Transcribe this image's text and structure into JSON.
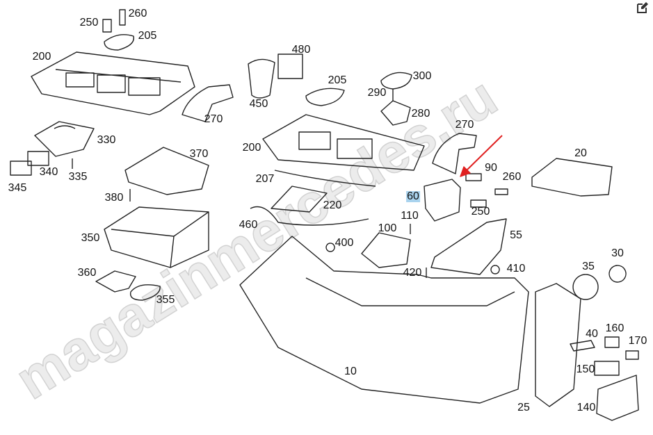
{
  "watermark": "magazinmercedes.ru",
  "highlight_color": "#a9d3ee",
  "arrow_color": "#e02020",
  "edit_icon": "edit-icon",
  "callouts": [
    {
      "id": "250",
      "label": "250"
    },
    {
      "id": "260",
      "label": "260"
    },
    {
      "id": "205",
      "label": "205"
    },
    {
      "id": "200",
      "label": "200"
    },
    {
      "id": "270",
      "label": "270"
    },
    {
      "id": "330",
      "label": "330"
    },
    {
      "id": "340",
      "label": "340"
    },
    {
      "id": "345",
      "label": "345"
    },
    {
      "id": "335",
      "label": "335"
    },
    {
      "id": "370",
      "label": "370"
    },
    {
      "id": "380",
      "label": "380"
    },
    {
      "id": "350",
      "label": "350"
    },
    {
      "id": "360",
      "label": "360"
    },
    {
      "id": "355",
      "label": "355"
    },
    {
      "id": "450",
      "label": "450"
    },
    {
      "id": "480",
      "label": "480"
    },
    {
      "id": "205b",
      "label": "205"
    },
    {
      "id": "300",
      "label": "300"
    },
    {
      "id": "290",
      "label": "290"
    },
    {
      "id": "280",
      "label": "280"
    },
    {
      "id": "270b",
      "label": "270"
    },
    {
      "id": "200b",
      "label": "200"
    },
    {
      "id": "207",
      "label": "207"
    },
    {
      "id": "220",
      "label": "220"
    },
    {
      "id": "460",
      "label": "460"
    },
    {
      "id": "400",
      "label": "400"
    },
    {
      "id": "100",
      "label": "100"
    },
    {
      "id": "110",
      "label": "110"
    },
    {
      "id": "60",
      "label": "60",
      "highlighted": true
    },
    {
      "id": "90",
      "label": "90"
    },
    {
      "id": "260b",
      "label": "260"
    },
    {
      "id": "250b",
      "label": "250"
    },
    {
      "id": "20",
      "label": "20"
    },
    {
      "id": "55",
      "label": "55"
    },
    {
      "id": "410",
      "label": "410"
    },
    {
      "id": "420",
      "label": "420"
    },
    {
      "id": "10",
      "label": "10"
    },
    {
      "id": "30",
      "label": "30"
    },
    {
      "id": "35",
      "label": "35"
    },
    {
      "id": "40",
      "label": "40"
    },
    {
      "id": "160",
      "label": "160"
    },
    {
      "id": "170",
      "label": "170"
    },
    {
      "id": "150",
      "label": "150"
    },
    {
      "id": "140",
      "label": "140"
    },
    {
      "id": "25",
      "label": "25"
    }
  ]
}
